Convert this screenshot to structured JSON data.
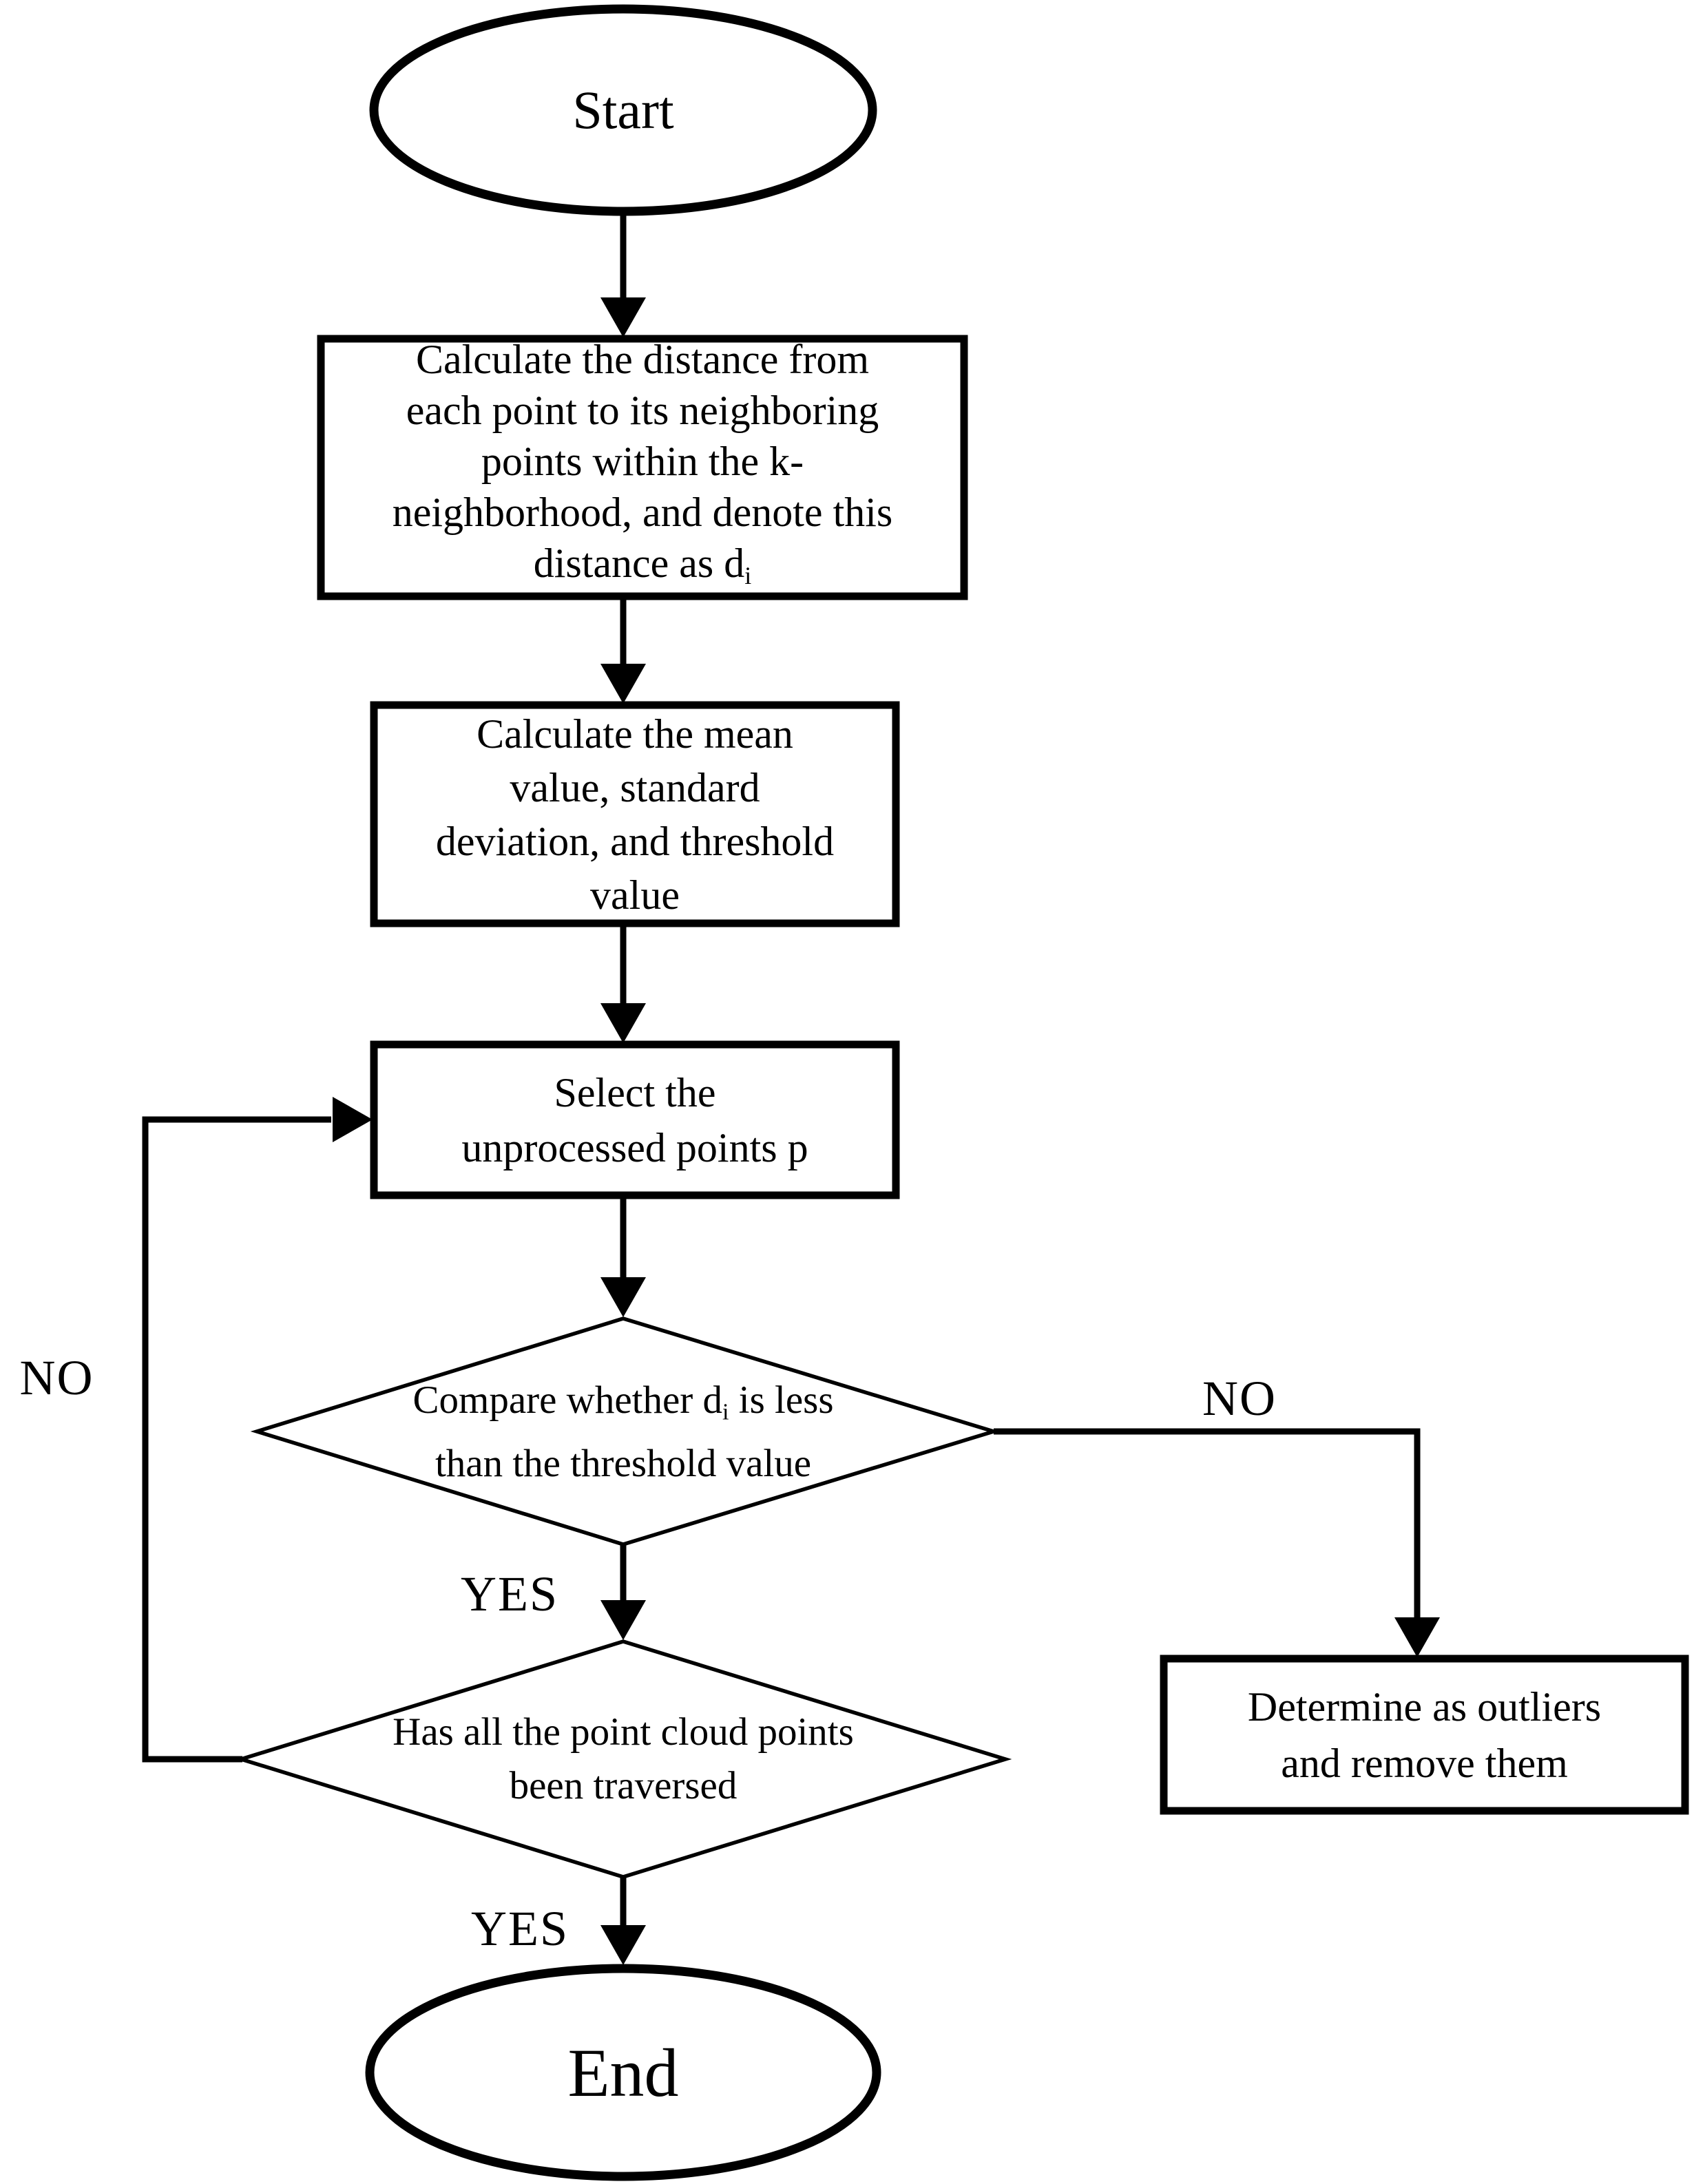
{
  "canvas": {
    "background": "#ffffff",
    "stroke_color": "#000000"
  },
  "nodes": {
    "start": {
      "shape": "terminator",
      "label": "Start"
    },
    "calc_distance": {
      "shape": "process",
      "lines": [
        [
          {
            "text": "Calculate the distance from"
          }
        ],
        [
          {
            "text": "each point to its neighboring"
          }
        ],
        [
          {
            "text": "points within the k-"
          }
        ],
        [
          {
            "text": "neighborhood, and denote this"
          }
        ],
        [
          {
            "text": "distance as d"
          },
          {
            "text": "i",
            "sub": true
          }
        ]
      ]
    },
    "calc_stats": {
      "shape": "process",
      "lines": [
        [
          {
            "text": "Calculate the mean"
          }
        ],
        [
          {
            "text": "value, standard"
          }
        ],
        [
          {
            "text": "deviation, and threshold"
          }
        ],
        [
          {
            "text": "value"
          }
        ]
      ]
    },
    "select_points": {
      "shape": "process",
      "lines": [
        [
          {
            "text": "Select the"
          }
        ],
        [
          {
            "text": "unprocessed points p"
          }
        ]
      ]
    },
    "compare_threshold": {
      "shape": "decision",
      "lines": [
        [
          {
            "text": "Compare whether d"
          },
          {
            "text": "i",
            "sub": true
          },
          {
            "text": " is less"
          }
        ],
        [
          {
            "text": "than the threshold value"
          }
        ]
      ]
    },
    "all_traversed": {
      "shape": "decision",
      "lines": [
        [
          {
            "text": "Has all the point cloud points"
          }
        ],
        [
          {
            "text": "been traversed"
          }
        ]
      ]
    },
    "remove_outliers": {
      "shape": "process",
      "lines": [
        [
          {
            "text": "Determine as outliers"
          }
        ],
        [
          {
            "text": "and remove them"
          }
        ]
      ]
    },
    "end": {
      "shape": "terminator",
      "label": "End"
    }
  },
  "edge_labels": {
    "compare_no": "NO",
    "compare_yes": "YES",
    "traversed_no": "NO",
    "traversed_yes": "YES"
  }
}
